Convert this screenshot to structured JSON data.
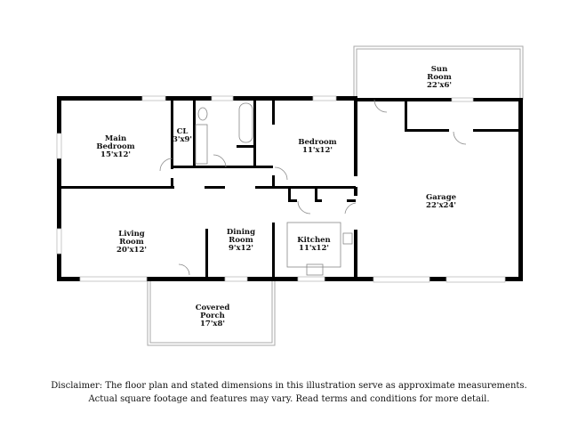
{
  "rooms": {
    "main_bedroom": {
      "name1": "Main",
      "name2": "Bedroom",
      "dims": "15'x12'"
    },
    "closet": {
      "name": "CL",
      "dims": "3'x9'"
    },
    "bedroom": {
      "name": "Bedroom",
      "dims": "11'x12'"
    },
    "sun_room": {
      "name1": "Sun",
      "name2": "Room",
      "dims": "22'x6'"
    },
    "garage": {
      "name": "Garage",
      "dims": "22'x24'"
    },
    "living_room": {
      "name1": "Living",
      "name2": "Room",
      "dims": "20'x12'"
    },
    "dining_room": {
      "name1": "Dining",
      "name2": "Room",
      "dims": "9'x12'"
    },
    "kitchen": {
      "name": "Kitchen",
      "dims": "11'x12'"
    },
    "covered_porch": {
      "name1": "Covered",
      "name2": "Porch",
      "dims": "17'x8'"
    }
  },
  "disclaimer": {
    "line1": "Disclaimer: The floor plan and stated dimensions in this illustration serve as approximate measurements.",
    "line2": "Actual square footage and features may vary. Read terms and conditions for more detail."
  }
}
